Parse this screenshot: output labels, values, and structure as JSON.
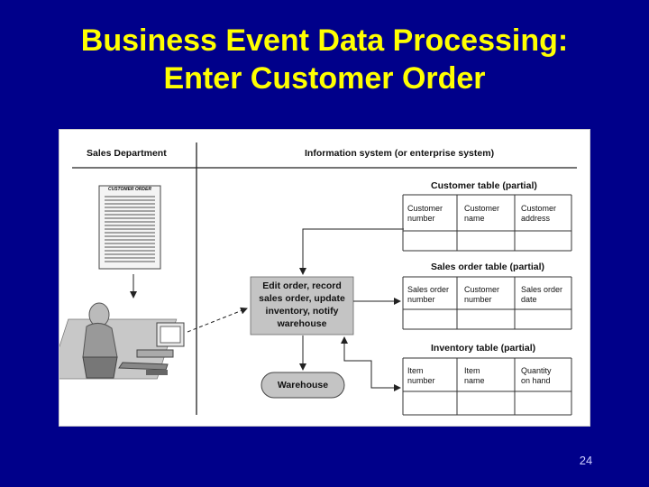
{
  "title": {
    "line1": "Business Event Data Processing:",
    "line2": "Enter Customer Order"
  },
  "diagram": {
    "sales_department": "Sales Department",
    "information_system": "Information system (or enterprise system)",
    "customer_order_doc": "CUSTOMER ORDER",
    "process_box": [
      "Edit order, record",
      "sales order, update",
      "inventory, notify",
      "warehouse"
    ],
    "warehouse": "Warehouse",
    "tables": [
      {
        "title": "Customer table (partial)",
        "columns": [
          [
            "Customer",
            "number"
          ],
          [
            "Customer",
            "name"
          ],
          [
            "Customer",
            "address"
          ]
        ]
      },
      {
        "title": "Sales order table (partial)",
        "columns": [
          [
            "Sales order",
            "number"
          ],
          [
            "Customer",
            "number"
          ],
          [
            "Sales order",
            "date"
          ]
        ]
      },
      {
        "title": "Inventory table (partial)",
        "columns": [
          [
            "Item",
            "number"
          ],
          [
            "Item",
            "name"
          ],
          [
            "Quantity",
            "on hand"
          ]
        ]
      }
    ]
  },
  "page_number": "24"
}
